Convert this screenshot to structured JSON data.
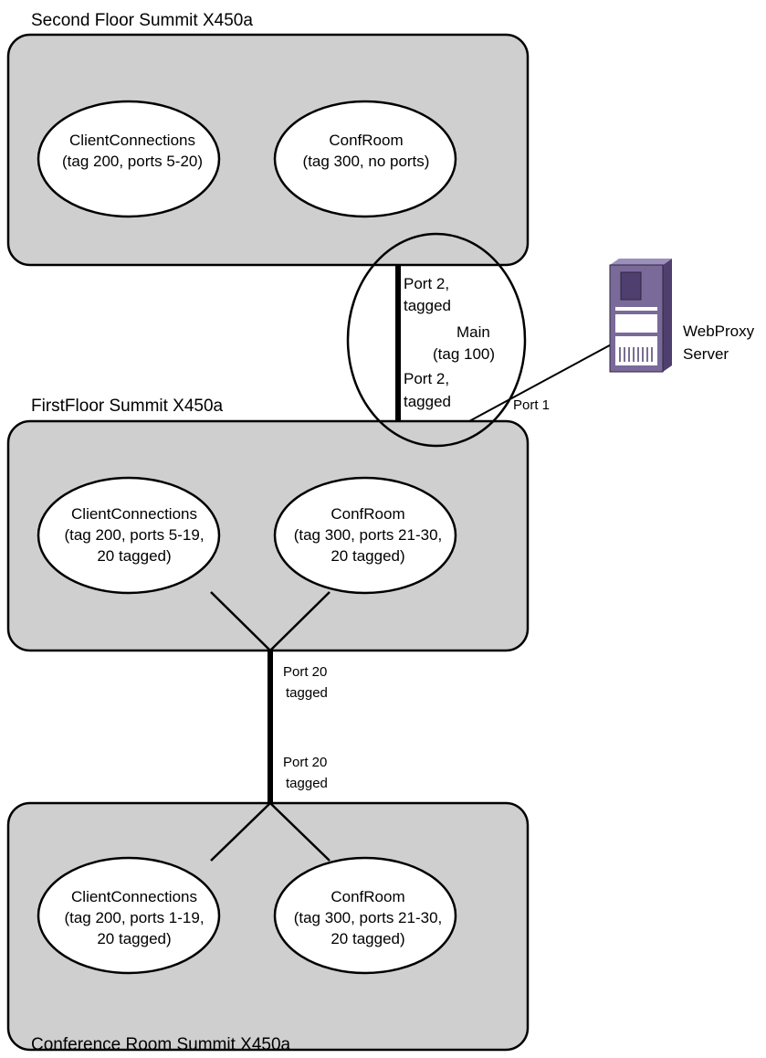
{
  "switches": [
    {
      "title": "Second Floor Summit X450a",
      "vlans": [
        {
          "name": "ClientConnections",
          "lines": [
            "(tag 200, ports 5-20)"
          ]
        },
        {
          "name": "ConfRoom",
          "lines": [
            "(tag 300, no ports)"
          ]
        }
      ]
    },
    {
      "title": "FirstFloor Summit X450a",
      "vlans": [
        {
          "name": "ClientConnections",
          "lines": [
            "(tag 200, ports 5-19,",
            "20 tagged)"
          ]
        },
        {
          "name": "ConfRoom",
          "lines": [
            "(tag 300, ports 21-30,",
            "20 tagged)"
          ]
        }
      ]
    },
    {
      "title": "Conference Room Summit X450a",
      "vlans": [
        {
          "name": "ClientConnections",
          "lines": [
            "(tag 200, ports 1-19,",
            "20 tagged)"
          ]
        },
        {
          "name": "ConfRoom",
          "lines": [
            "(tag 300, ports 21-30,",
            "20 tagged)"
          ]
        }
      ]
    }
  ],
  "main_vlan": {
    "name": "Main",
    "tag": "(tag 100)",
    "upper_port": [
      "Port 2,",
      "tagged"
    ],
    "lower_port": [
      "Port 2,",
      "tagged"
    ]
  },
  "server": {
    "label_lines": [
      "WebProxy",
      "Server"
    ],
    "port_label": "Port 1",
    "icon": "server-icon"
  },
  "trunk": {
    "upper_port": [
      "Port 20",
      "tagged"
    ],
    "lower_port": [
      "Port 20",
      "tagged"
    ]
  },
  "colors": {
    "switch_fill": "#cfcfcf",
    "server_body": "#7a6a9a",
    "server_dark": "#4e3f6e",
    "server_light": "#ffffff"
  }
}
